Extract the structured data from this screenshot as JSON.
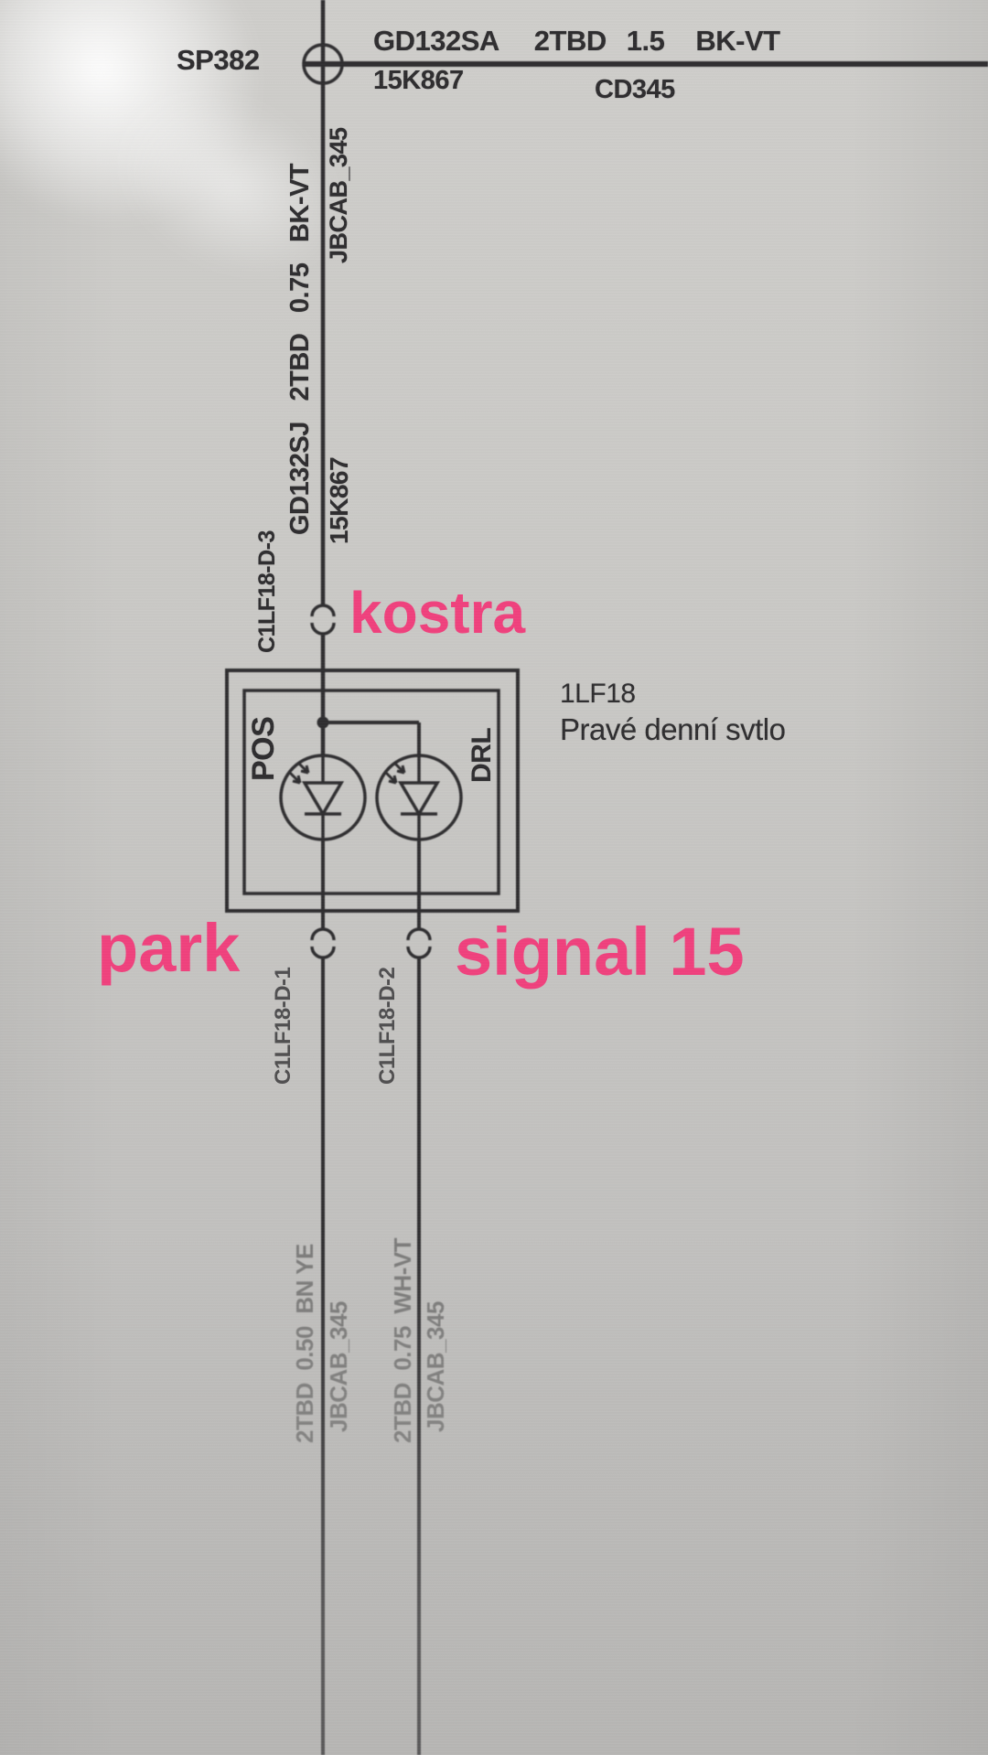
{
  "colors": {
    "ink": "#2e2d2f",
    "annotation": "#f0417d",
    "paper": "#c8c7c4"
  },
  "top_bus": {
    "splice_label": "SP382",
    "wire_id": "GD132SA",
    "circuit": "2TBD",
    "gauge": "1.5",
    "wire_color": "BK-VT",
    "ref_below_left": "15K867",
    "ref_below_right": "CD345"
  },
  "drop_wire": {
    "label": "GD132SJ   2TBD   0.75   BK-VT",
    "harness": "JBCAB_345",
    "ref": "15K867",
    "pin": "C1LF18-D-3"
  },
  "annotations": {
    "ground": "kostra",
    "park": "park",
    "signal": "signal 15"
  },
  "component": {
    "id": "1LF18",
    "name": "Pravé denní svtlo",
    "pin_pos": "POS",
    "pin_drl": "DRL"
  },
  "pins": {
    "left": "C1LF18-D-1",
    "right": "C1LF18-D-2"
  },
  "bottom_left_wire": {
    "label": "2TBD  0.50  BN YE",
    "harness": "JBCAB_345"
  },
  "bottom_right_wire": {
    "label": "2TBD  0.75  WH-VT",
    "harness": "JBCAB_345"
  }
}
